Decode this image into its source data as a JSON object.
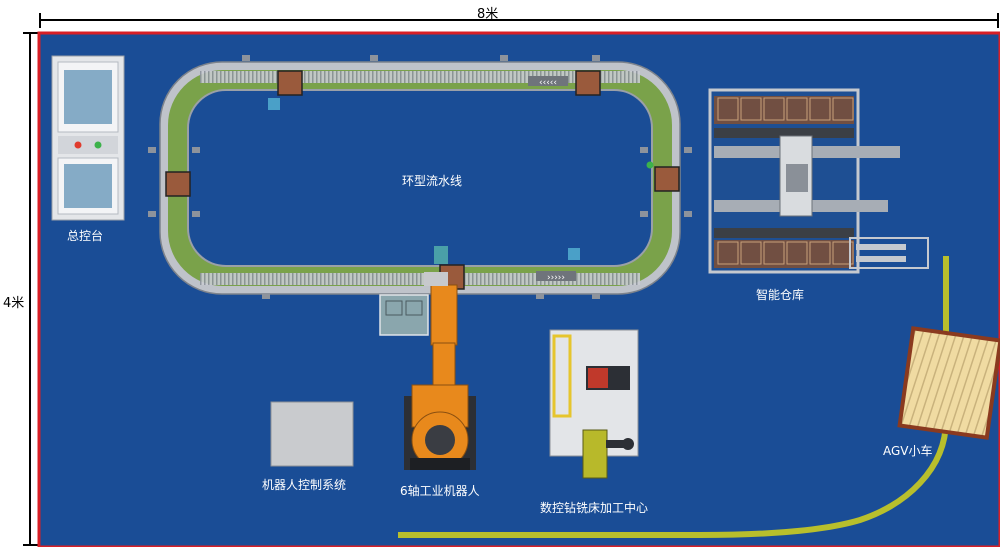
{
  "dimensions": {
    "width_label": "8米",
    "height_label": "4米"
  },
  "labels": {
    "console": "总控台",
    "conveyor": "环型流水线",
    "warehouse": "智能仓库",
    "robot_controller": "机器人控制系统",
    "robot": "6轴工业机器人",
    "cnc": "数控钻铣床加工中心",
    "agv": "AGV小车"
  },
  "colors": {
    "floor": "#1a4d96",
    "border": "#d81f26",
    "belt": "#7aa24a",
    "robot": "#e8891c",
    "agv_path": "#b8bf2c",
    "agv_body": "#f0dba2"
  }
}
